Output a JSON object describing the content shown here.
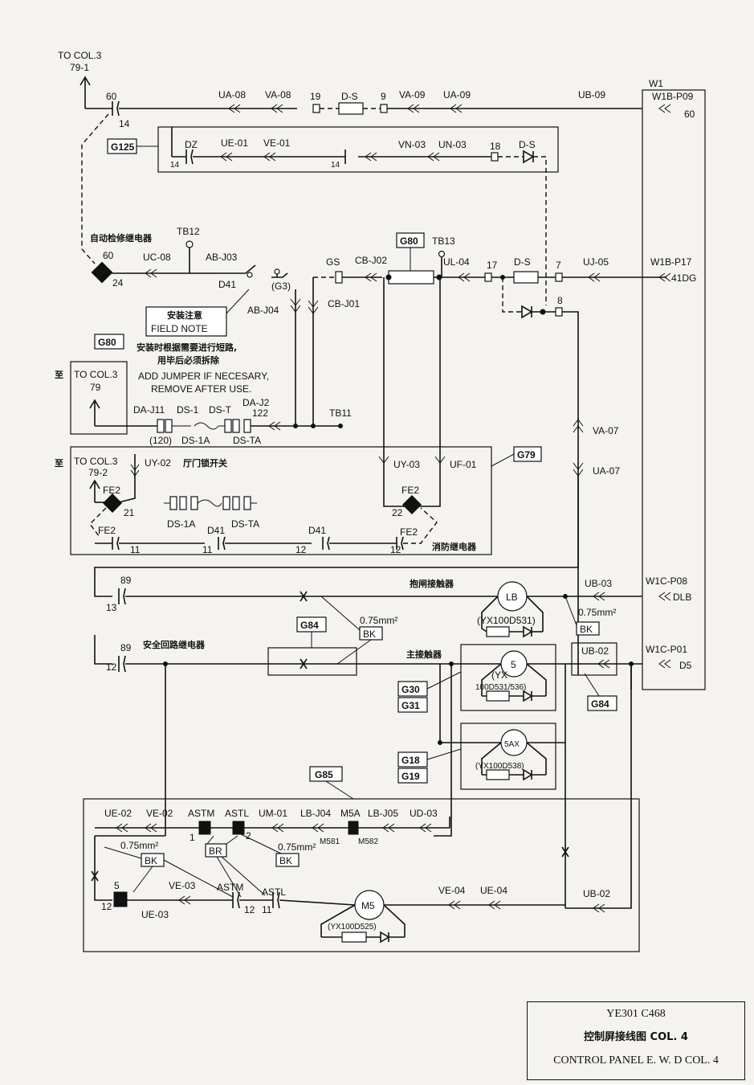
{
  "title_block": {
    "drawing_number": "YE301 C468",
    "title_cn": "控制屏接线图 COL. 4",
    "title_en": "CONTROL PANEL E. W. D COL. 4"
  },
  "references": {
    "to_col3_top": "TO COL.3",
    "to_col3_top_num": "79-1",
    "to_col3_mid": "TO COL.3",
    "to_col3_mid_num": "79",
    "to_col3_low": "TO COL.3",
    "to_col3_low_num": "79-2",
    "zhi": "至"
  },
  "boxes": {
    "g125": "G125",
    "g80_a": "G80",
    "g80_b": "G80",
    "g79": "G79",
    "g84_a": "G84",
    "g84_b": "G84",
    "g30": "G30",
    "g31": "G31",
    "g18": "G18",
    "g19": "G19",
    "g85": "G85",
    "bk1": "BK",
    "bk2": "BK",
    "bk3": "BK",
    "bk4": "BK",
    "br": "BR"
  },
  "notes": {
    "field_note_cn": "安装注意",
    "field_note_en": "FIELD NOTE",
    "jumper_cn1": "安装时根据需要进行短路,",
    "jumper_cn2": "用毕后必须拆除",
    "jumper_en1": "ADD JUMPER IF NECESARY,",
    "jumper_en2": "REMOVE AFTER USE.",
    "relay_auto_cn": "自动检修继电器",
    "door_switch_cn": "厅门锁开关",
    "fire_relay_cn": "消防继电器",
    "brake_contactor_cn": "抱闸接触器",
    "safety_relay_cn": "安全回路继电器",
    "main_contactor_cn": "主接触器",
    "wire_075_a": "0.75mm²",
    "wire_075_b": "0.75mm²",
    "wire_075_c": "0.75mm²",
    "wire_075_d": "0.75mm²"
  },
  "labels": {
    "n60_top": "60",
    "n14_top": "14",
    "ua08": "UA-08",
    "va08": "VA-08",
    "n19": "19",
    "ds1": "D-S",
    "n9": "9",
    "va09": "VA-09",
    "ua09": "UA-09",
    "ub09": "UB-09",
    "w1": "W1",
    "w1b_p09": "W1B-P09",
    "n60_r": "60",
    "dz": "DZ",
    "ue01": "UE-01",
    "ve01": "VE-01",
    "n14_a": "14",
    "n14_b": "14",
    "vn03": "VN-03",
    "un03": "UN-03",
    "n18": "18",
    "ds2": "D-S",
    "tb12": "TB12",
    "n60_relay": "60",
    "n24": "24",
    "uc08": "UC-08",
    "abj03": "AB-J03",
    "d41_a": "D41",
    "g3": "(G3)",
    "abj04": "AB-J04",
    "gs": "GS",
    "cbj02": "CB-J02",
    "cbj01": "CB-J01",
    "tb13": "TB13",
    "ul04": "UL-04",
    "n17": "17",
    "ds3": "D-S",
    "n7": "7",
    "uj05": "UJ-05",
    "w1b_p17": "W1B-P17",
    "n41dg": "41DG",
    "n8": "8",
    "daj11": "DA-J11",
    "ds1a_top": "DS-1",
    "dst": "DS-T",
    "daj2": "DA-J2",
    "n122": "122",
    "n120": "(120)",
    "ds1a": "DS-1A",
    "dsta": "DS-TA",
    "tb11": "TB11",
    "uy02": "UY-02",
    "uy03": "UY-03",
    "uf01": "UF-01",
    "fe2_a": "FE2",
    "fe2_b": "FE2",
    "fe2_c": "FE2",
    "fe2_d": "FE2",
    "n21": "21",
    "n22": "22",
    "ds1a_b": "DS-1A",
    "dsta_b": "DS-TA",
    "d41_b": "D41",
    "d41_c": "D41",
    "n11_a": "11",
    "n11_b": "11",
    "n12_a": "12",
    "n12_b": "12",
    "va07": "VA-07",
    "ua07": "UA-07",
    "n89_a": "89",
    "n13": "13",
    "ub03": "UB-03",
    "w1c_p08": "W1C-P08",
    "dlb": "DLB",
    "lb": "LB",
    "yx531": "(YX100D531)",
    "n89_b": "89",
    "n12_c": "12",
    "ub02_a": "UB-02",
    "w1c_p01": "W1C-P01",
    "d5": "D5",
    "n5_coil": "5",
    "yx536_a": "(YX",
    "yx536_b": "100D531/536)",
    "n5ax": "5AX",
    "yx538": "(YX100D538)",
    "ue02": "UE-02",
    "ve02": "VE-02",
    "astm": "ASTM",
    "astl": "ASTL",
    "um01": "UM-01",
    "lbj04": "LB-J04",
    "m5a": "M5A",
    "lbj05": "LB-J05",
    "ud03": "UD-03",
    "n1": "1",
    "n2": "2",
    "m581": "M581",
    "m582": "M582",
    "n5_b": "5",
    "n12_d": "12",
    "ve03": "VE-03",
    "ue03": "UE-03",
    "astm_b": "ASTM",
    "astl_b": "ASTL",
    "n12_e": "12",
    "n11_c": "11",
    "m5": "M5",
    "yx525": "(YX100D525)",
    "ve04": "VE-04",
    "ue04": "UE-04",
    "ub02_b": "UB-02"
  }
}
